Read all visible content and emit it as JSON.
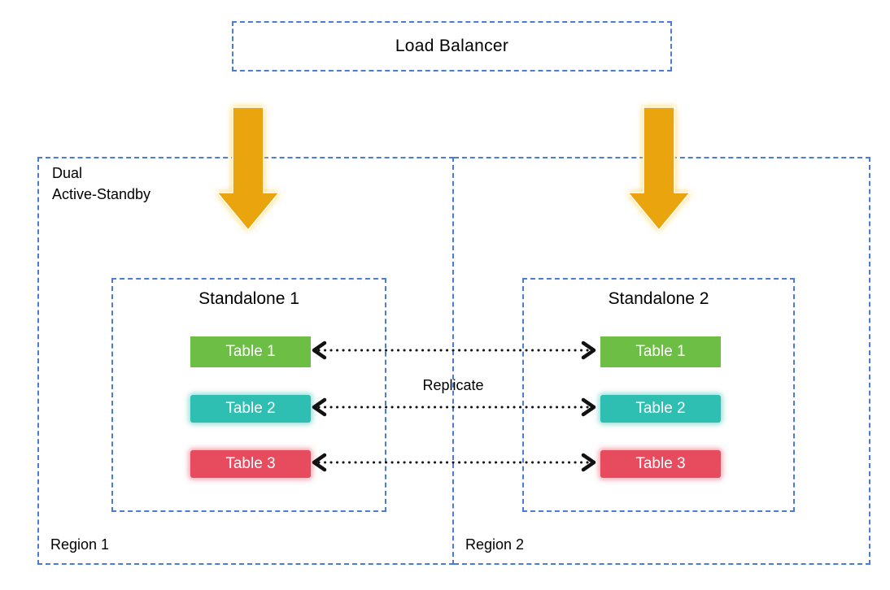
{
  "load_balancer": {
    "label": "Load Balancer"
  },
  "annotations": {
    "dual_label_line1": "Dual",
    "dual_label_line2": "Active-Standby",
    "replicate_label": "Replicate"
  },
  "regions": [
    {
      "label": "Region 1",
      "standalone": {
        "title": "Standalone 1",
        "tables": [
          {
            "label": "Table 1",
            "color": "#6cbe45"
          },
          {
            "label": "Table 2",
            "color": "#2fbfb2"
          },
          {
            "label": "Table 3",
            "color": "#e74b5e"
          }
        ]
      }
    },
    {
      "label": "Region 2",
      "standalone": {
        "title": "Standalone 2",
        "tables": [
          {
            "label": "Table 1",
            "color": "#6cbe45"
          },
          {
            "label": "Table 2",
            "color": "#2fbfb2"
          },
          {
            "label": "Table 3",
            "color": "#e74b5e"
          }
        ]
      }
    }
  ],
  "colors": {
    "dashed_border_blue": "#4a7cd6",
    "flow_arrow_gold": "#eaa40a",
    "flow_arrow_glow": "#ffd24d",
    "table1_green": "#6cbe45",
    "table2_teal": "#2fbfb2",
    "table3_red": "#e74b5e",
    "replication_arrow_black": "#121212"
  }
}
